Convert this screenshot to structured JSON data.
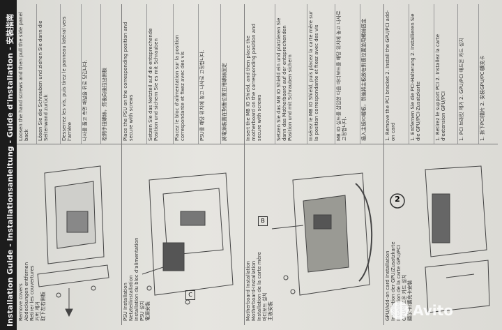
{
  "header": "Installation Guide - Installationsanleitung - Guide d'installation - 安裝指南",
  "sections": [
    {
      "rows": [
        "Loosen the hand screws and then pull the side panel back",
        "Lösen Sie die Schrauben und ziehen Sie dann die Seitenwand zurück",
        "Desserrez les vis, puis tirez le panneau latéral vers l'arrière",
        "나사를 풀고 측면 패널을 뒤로 당깁니다.",
        "松開手扭螺絲，然後向後拉出側板"
      ],
      "caption": [
        "Remove covers",
        "Abdeckungen entfernen",
        "Retirer les couvertures",
        "커버 제거",
        "取下左右側板"
      ]
    },
    {
      "rows": [
        "Place the PSU on the corresponding position and secure with screws",
        "Setzen Sie das Netzteil auf die entsprechende Position und sichern Sie es mit Schrauben",
        "Placez le bloc d'alimentation sur la position correspondante et fixez avec des vis",
        "PSU를 해당 위치에 놓고 나사로 고정합니다.",
        "將電源裝置在對應位置並用螺絲固定"
      ],
      "caption": [
        "PSU Installation",
        "Netzteilinstallation",
        "Installation du bloc d'alimentation",
        "PSU 설치",
        "電源安裝"
      ]
    },
    {
      "rows": [
        "Insert the MB IO Shield, and then place the motherboard on the corresponding position and secure with screws",
        "Setzen Sie das MB IO Shield ein und platzieren Sie dann das Motherboard auf der entsprechenden Position und mit Schrauben sichern",
        "Insérez le MB IO Shield, puis placez la carte mère sur la position correspondante et fixez avec des vis",
        "MB IO 실드를 삽입한 다음 마더보드를 해당 위치에 놓고 나사로 고정합니다.",
        "插入主板IO檔板，然後將主板放在對應位置並用螺絲固定"
      ],
      "caption": [
        "Motherboard Installation",
        "Motherboard-Installation",
        "Installation de la carte mère",
        "마더보드 설치",
        "主板安裝"
      ]
    },
    {
      "rows": [
        "1. Remove the PCI bracket  2. Install the GPU/PCI add-on card",
        "1. Entfernen Sie die PCI-Halterung  2. Installieren Sie die GPU/PCI-Zusatzkarte",
        "1. Retirez le support PCI  2. Installez la carte d'extension GPU/PCI",
        "1. PCI 브래킷 제거  2. GPU/PCI 애드온 카드 설치",
        "1. 拆下PCI擋片  2. 安裝GPU/PCI擴充卡"
      ],
      "caption": [
        "GPU/Add-on card Installation",
        "Installation der GPU/Zusatzkarte",
        "Installation de la carte GPU/PCI",
        "GPU/애드온 카드 설치",
        "顯示卡/擴充卡安裝"
      ]
    }
  ],
  "labels": {
    "b": "B",
    "c": "C",
    "num2": "2"
  },
  "watermark": "Avito"
}
